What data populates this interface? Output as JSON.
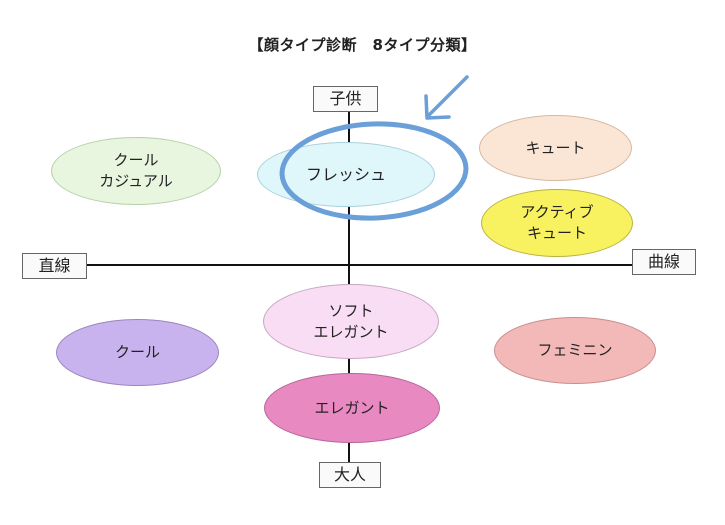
{
  "title": "【顔タイプ診断　8タイプ分類】",
  "axes": {
    "top": "子供",
    "bottom": "大人",
    "left": "直線",
    "right": "曲線"
  },
  "types": {
    "cool_casual": "クール\nカジュアル",
    "fresh": "フレッシュ",
    "cute": "キュート",
    "active_cute": "アクティブ\nキュート",
    "soft_elegant": "ソフト\nエレガント",
    "cool": "クール",
    "feminine": "フェミニン",
    "elegant": "エレガント"
  },
  "colors": {
    "highlight": "#6a9fd8",
    "cool_casual": "#e8f6e0",
    "fresh": "#dff6fa",
    "cute": "#fbe6d6",
    "active_cute": "#f8f260",
    "soft_elegant": "#f8ddf4",
    "cool": "#c9b3ee",
    "feminine": "#f3b9b9",
    "elegant": "#e889c2"
  },
  "highlighted_type": "fresh"
}
